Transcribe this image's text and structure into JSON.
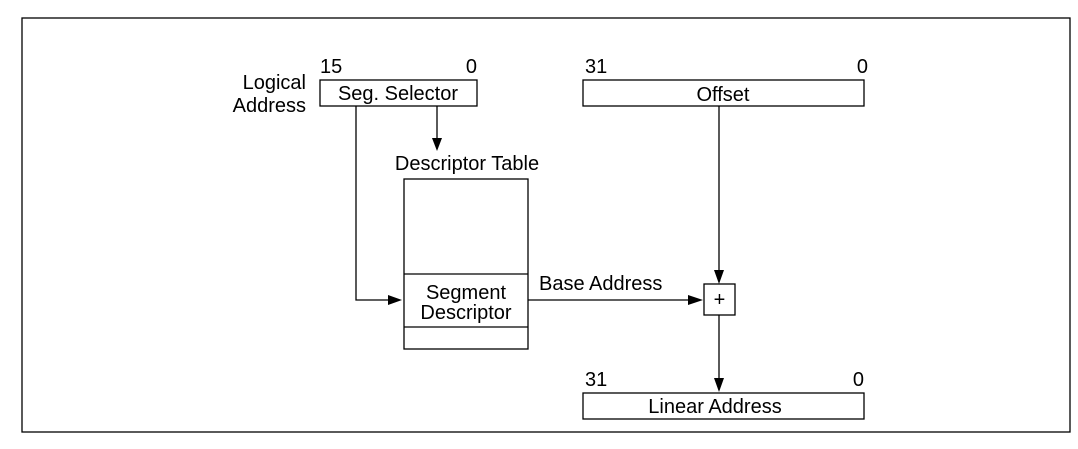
{
  "figure": {
    "logical_address_label": [
      "Logical",
      "Address"
    ],
    "selector": {
      "label": "Seg. Selector",
      "high_bit": "15",
      "low_bit": "0"
    },
    "offset": {
      "label": "Offset",
      "high_bit": "31",
      "low_bit": "0"
    },
    "descriptor_table": {
      "title": "Descriptor Table",
      "entry_label": [
        "Segment",
        "Descriptor"
      ]
    },
    "base_address_label": "Base Address",
    "adder_symbol": "+",
    "linear_address": {
      "label": "Linear Address",
      "high_bit": "31",
      "low_bit": "0"
    }
  }
}
